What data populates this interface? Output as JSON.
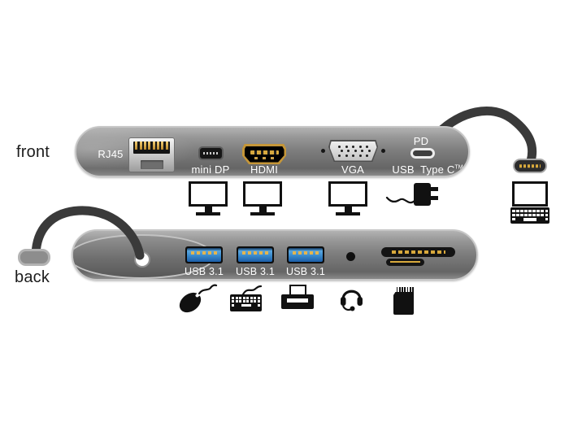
{
  "view_labels": {
    "front": "front",
    "back": "back"
  },
  "front_dock": {
    "rj45_label": "RJ45",
    "mini_dp_label": "mini DP",
    "hdmi_label": "HDMI",
    "vga_label": "VGA",
    "pd_label": "PD",
    "usb_label": "USB",
    "type_c_label": "Type C",
    "tm_label": "TM",
    "ports": [
      "RJ45 ethernet",
      "mini DisplayPort",
      "HDMI",
      "VGA",
      "USB Type C PD"
    ]
  },
  "back_dock": {
    "usb_ports": [
      {
        "label": "USB 3.1"
      },
      {
        "label": "USB 3.1"
      },
      {
        "label": "USB 3.1"
      }
    ],
    "other_ports": [
      "audio-jack",
      "sd-card-slot",
      "micro-sd-slot"
    ]
  },
  "icons": {
    "monitor_icon": "css-monitor-shape",
    "power_adapter_icon": "css-wall-plug-shape",
    "laptop_icon": "css-laptop-shape",
    "mouse_icon": "svg-mouse-shape",
    "keyboard_icon": "css-keyboard-shape",
    "printer_icon": "css-printer-shape",
    "headset_icon": "svg-headset-shape",
    "sd_card_icon": "css-sd-card-shape",
    "usb_c_plug_icon": "css-usb-c-plug-shape"
  },
  "colors": {
    "dock_gray_light": "#b2b2b2",
    "dock_gray_dark": "#656565",
    "usb_blue": "#3f8fd0",
    "contact_gold": "#d8a93c",
    "cable_gray": "#3a3a3a",
    "label_text": "#ffffff",
    "background": "#ffffff"
  }
}
